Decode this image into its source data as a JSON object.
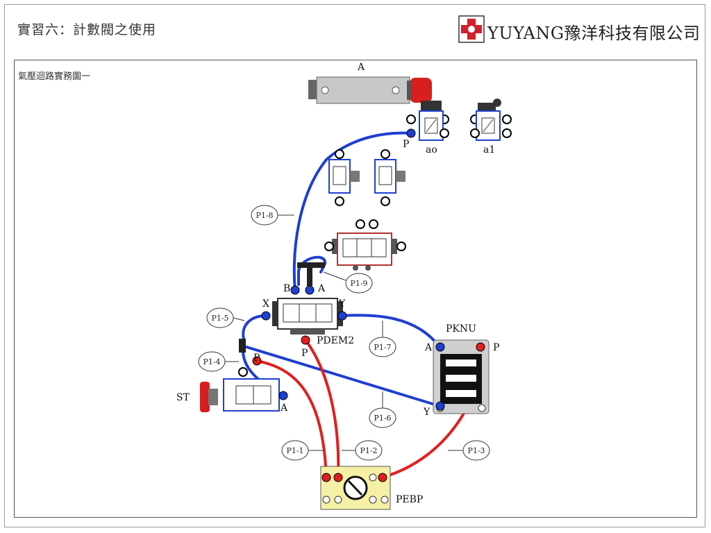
{
  "header": {
    "title": "實習六：計數閥之使用",
    "brand": "YUYANG豫洋科技有限公司"
  },
  "diagram": {
    "subtitle": "氣壓迴路實務圖一",
    "components": {
      "cylinder": "A",
      "valve_ao": "ao",
      "valve_a1": "a1",
      "pdem": "PDEM2",
      "pknu": "PKNU",
      "pebp": "PEBP",
      "st": "ST"
    },
    "ports": {
      "ao_p": "P",
      "pdem_b": "B",
      "pdem_a": "A",
      "pdem_x": "X",
      "pdem_y": "Y",
      "pdem_p": "P",
      "pknu_a": "A",
      "pknu_p": "P",
      "pknu_y": "Y",
      "st_p": "P",
      "st_a": "A"
    },
    "tubes": [
      "P1-1",
      "P1-2",
      "P1-3",
      "P1-4",
      "P1-5",
      "P1-6",
      "P1-7",
      "P1-8",
      "P1-9"
    ],
    "colors": {
      "pressure_line": "#e01f1f",
      "signal_line": "#1f3fd0",
      "cylinder_body": "#c8c8c8",
      "end_cap": "#d81e1e",
      "pebp_body": "#f6f0a6",
      "logo_red": "#d0202a"
    }
  }
}
